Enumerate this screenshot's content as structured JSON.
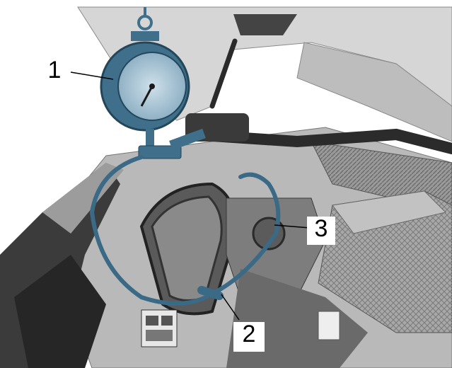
{
  "callouts": [
    {
      "id": "1",
      "text": "1"
    },
    {
      "id": "2",
      "text": "2"
    },
    {
      "id": "3",
      "text": "3"
    }
  ],
  "colors": {
    "tester_blue": "#3f6f8a",
    "hose_blue": "#3a6a86",
    "engine_gray": "#8c8c8c",
    "background": "#ffffff"
  }
}
